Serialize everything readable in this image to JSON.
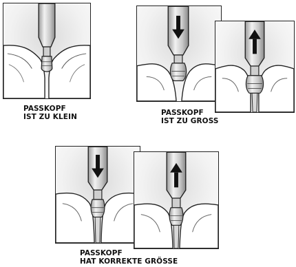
{
  "captions": {
    "too_small": {
      "line1": "PASSKOPF",
      "line2": "IST ZU KLEIN"
    },
    "too_large": {
      "line1": "PASSKOPF",
      "line2": "IST ZU GROSS"
    },
    "correct": {
      "line1": "PASSKOPF",
      "line2": "HAT KORREKTE GRÖSSE"
    }
  },
  "colors": {
    "outline": "#222222",
    "tool_fill": "#cfcfcf",
    "tissue_fill": "#e4e4e4",
    "arrow": "#111111"
  },
  "icons": {
    "down": "arrow-down-icon",
    "up": "arrow-up-icon"
  }
}
